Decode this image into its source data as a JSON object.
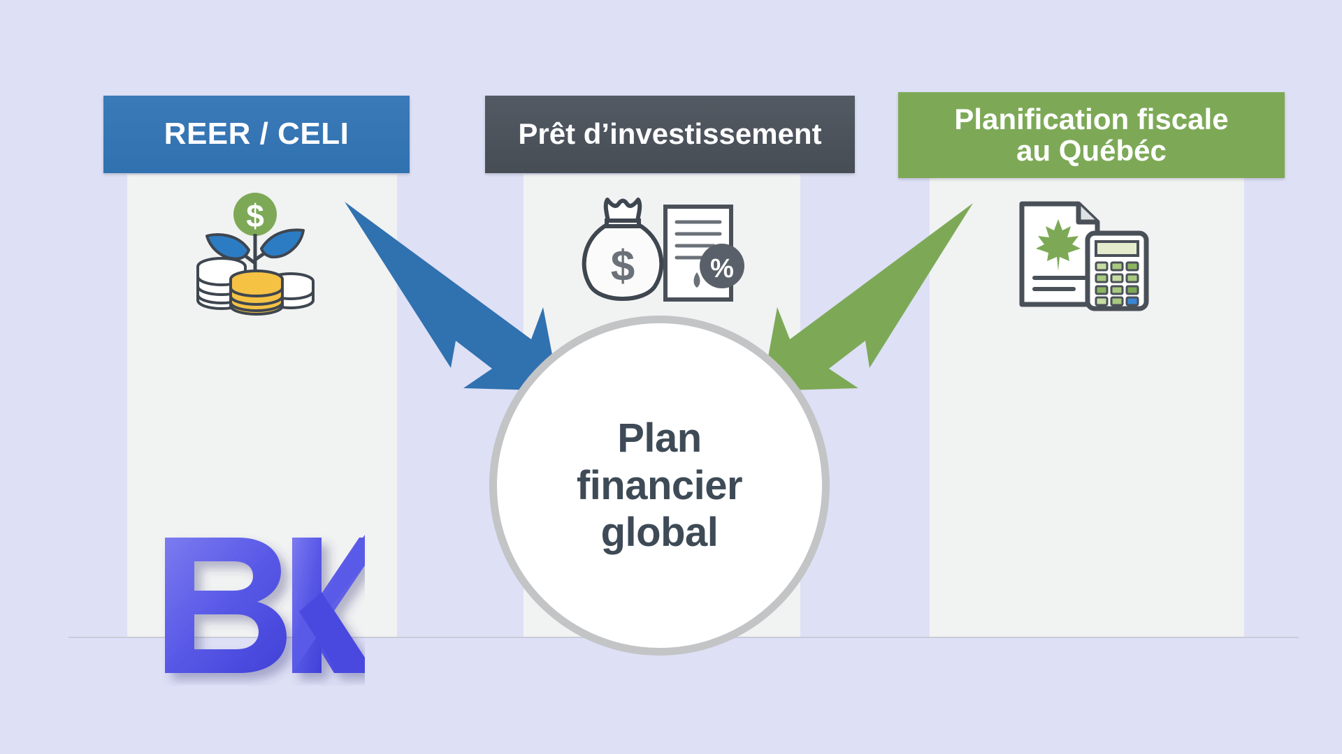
{
  "slide": {
    "background_color": "#dee0f6",
    "panel_color": "#f1f2f2",
    "baseline_color": "#c9cbd8"
  },
  "columns": [
    {
      "id": "reer-celi",
      "header_label": "REER / CELI",
      "header_color": "#3071b0",
      "icon_name": "coins-plant-icon",
      "icon_parts": {
        "badge_symbol": "$",
        "badge_color": "#7da957",
        "leaf_color": "#2c7cc4",
        "coin_stack_gold": "#f5c244",
        "coin_stack_white": "#ffffff",
        "outline_color": "#3e4650"
      }
    },
    {
      "id": "pret-investissement",
      "header_label": "Prêt d’investissement",
      "header_color": "#474d55",
      "icon_name": "money-bag-contract-icon",
      "icon_parts": {
        "bag_symbol": "$",
        "badge_symbol": "%",
        "badge_color": "#5a6069",
        "outline_color": "#3e4650",
        "paper_color": "#ffffff"
      }
    },
    {
      "id": "planification-fiscale",
      "header_label_line1": "Planification fiscale",
      "header_label_line2": "au Québéc",
      "header_color": "#7da957",
      "icon_name": "tax-document-calculator-icon",
      "icon_parts": {
        "leaf_color": "#7da957",
        "key_color": "#8cb45f",
        "key_accent_color": "#3a86d4",
        "screen_color": "#e4eccd",
        "outline_color": "#4a5058",
        "paper_color": "#ffffff"
      }
    }
  ],
  "center": {
    "name": "plan-financier-global",
    "line1": "Plan",
    "line2": "financier",
    "line3": "global",
    "text_color": "#3e4a56",
    "fill_color": "#ffffff",
    "ring_color": "#c2c4c6"
  },
  "arrows": [
    {
      "id": "arrow-blue",
      "from": "reer-celi",
      "to": "plan-financier-global",
      "color": "#3071b0",
      "direction": "down-right"
    },
    {
      "id": "arrow-green",
      "from": "planification-fiscale",
      "to": "plan-financier-global",
      "color": "#7da957",
      "direction": "down-left"
    }
  ],
  "logo": {
    "name": "bk-logo",
    "text": "BK",
    "color": "#5b5be8"
  }
}
